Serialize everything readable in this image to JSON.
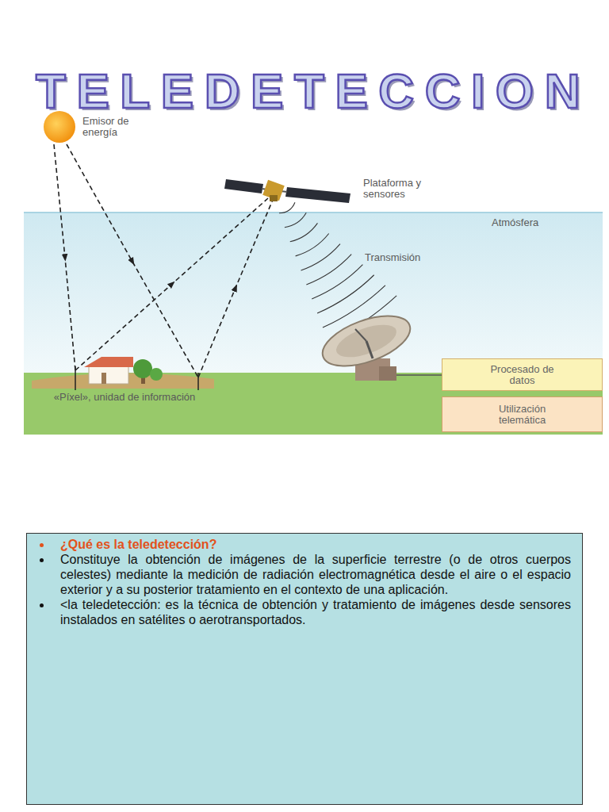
{
  "diagram": {
    "title": "TELEDETECCION",
    "nodes": [
      {
        "text": [
          "Procesado de datos"
        ]
      },
      {
        "text": [
          "Utilización telemática"
        ]
      },
      {
        "text": [
          "¿Qué es la teledetección?",
          "Constituye la obtención de imágenes de la superficie terrestre (o de otros cuerpos celestes) mediante la medición de radiación electromagnética desde el aire o el espacio exterior y a su posterior tratamiento en el contexto de una aplicación.",
          "<la teledetección: es la técnica de obtención y tratamiento de imágenes desde sensores instalados en satélites o aerotransportados."
        ]
      }
    ],
    "labels": [
      "Emisor de energía",
      "Plataforma y sensores",
      "Atmósfera",
      "Transmisión",
      "«Píxel», unidad de información"
    ]
  }
}
